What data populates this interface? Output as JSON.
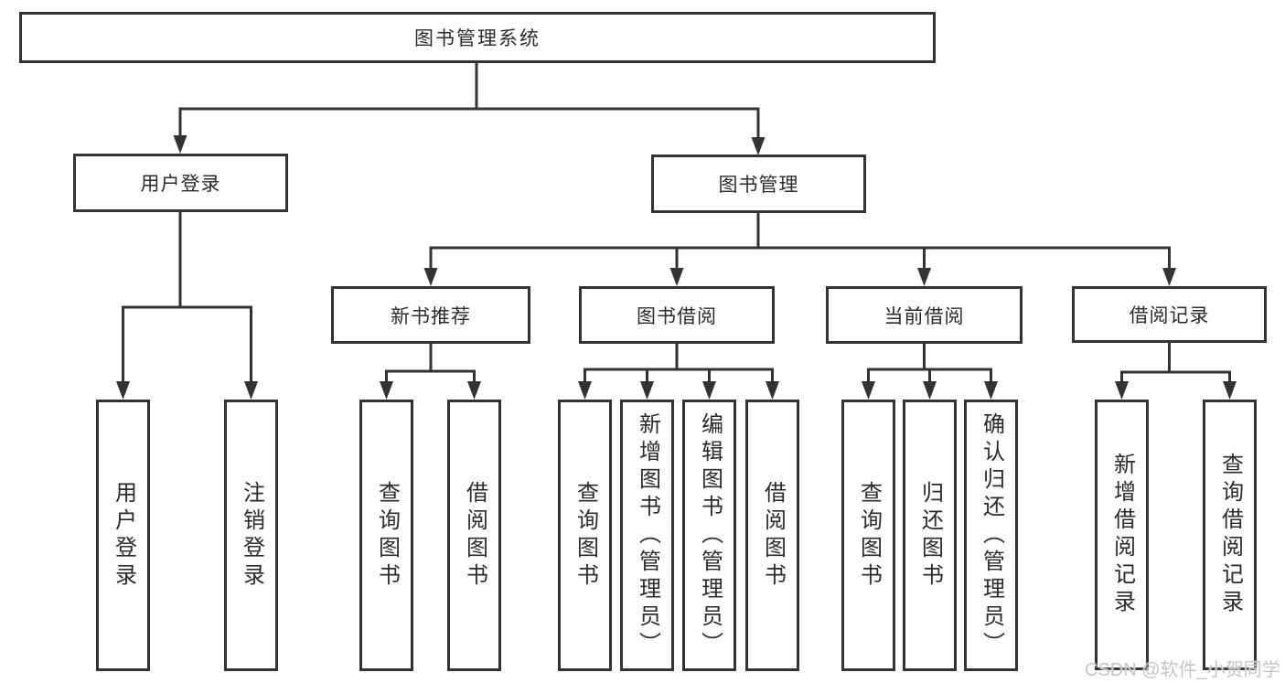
{
  "colors": {
    "line": "#333333",
    "text": "#2b2b2b",
    "box_bg": "#ffffff",
    "bg": "#ffffff",
    "watermark": "#c5c5c5"
  },
  "watermark": "CSDN @软件_小贺同学",
  "tree": {
    "label": "图书管理系统",
    "children": [
      {
        "label": "用户登录",
        "children": [
          {
            "label": "用户登录"
          },
          {
            "label": "注销登录"
          }
        ]
      },
      {
        "label": "图书管理",
        "children": [
          {
            "label": "新书推荐",
            "children": [
              {
                "label": "查询图书"
              },
              {
                "label": "借阅图书"
              }
            ]
          },
          {
            "label": "图书借阅",
            "children": [
              {
                "label": "查询图书"
              },
              {
                "label": "新增图书（管理员）"
              },
              {
                "label": "编辑图书（管理员）"
              },
              {
                "label": "借阅图书"
              }
            ]
          },
          {
            "label": "当前借阅",
            "children": [
              {
                "label": "查询图书"
              },
              {
                "label": "归还图书"
              },
              {
                "label": "确认归还（管理员）"
              }
            ]
          },
          {
            "label": "借阅记录",
            "children": [
              {
                "label": "新增借阅记录"
              },
              {
                "label": "查询借阅记录"
              }
            ]
          }
        ]
      }
    ]
  }
}
